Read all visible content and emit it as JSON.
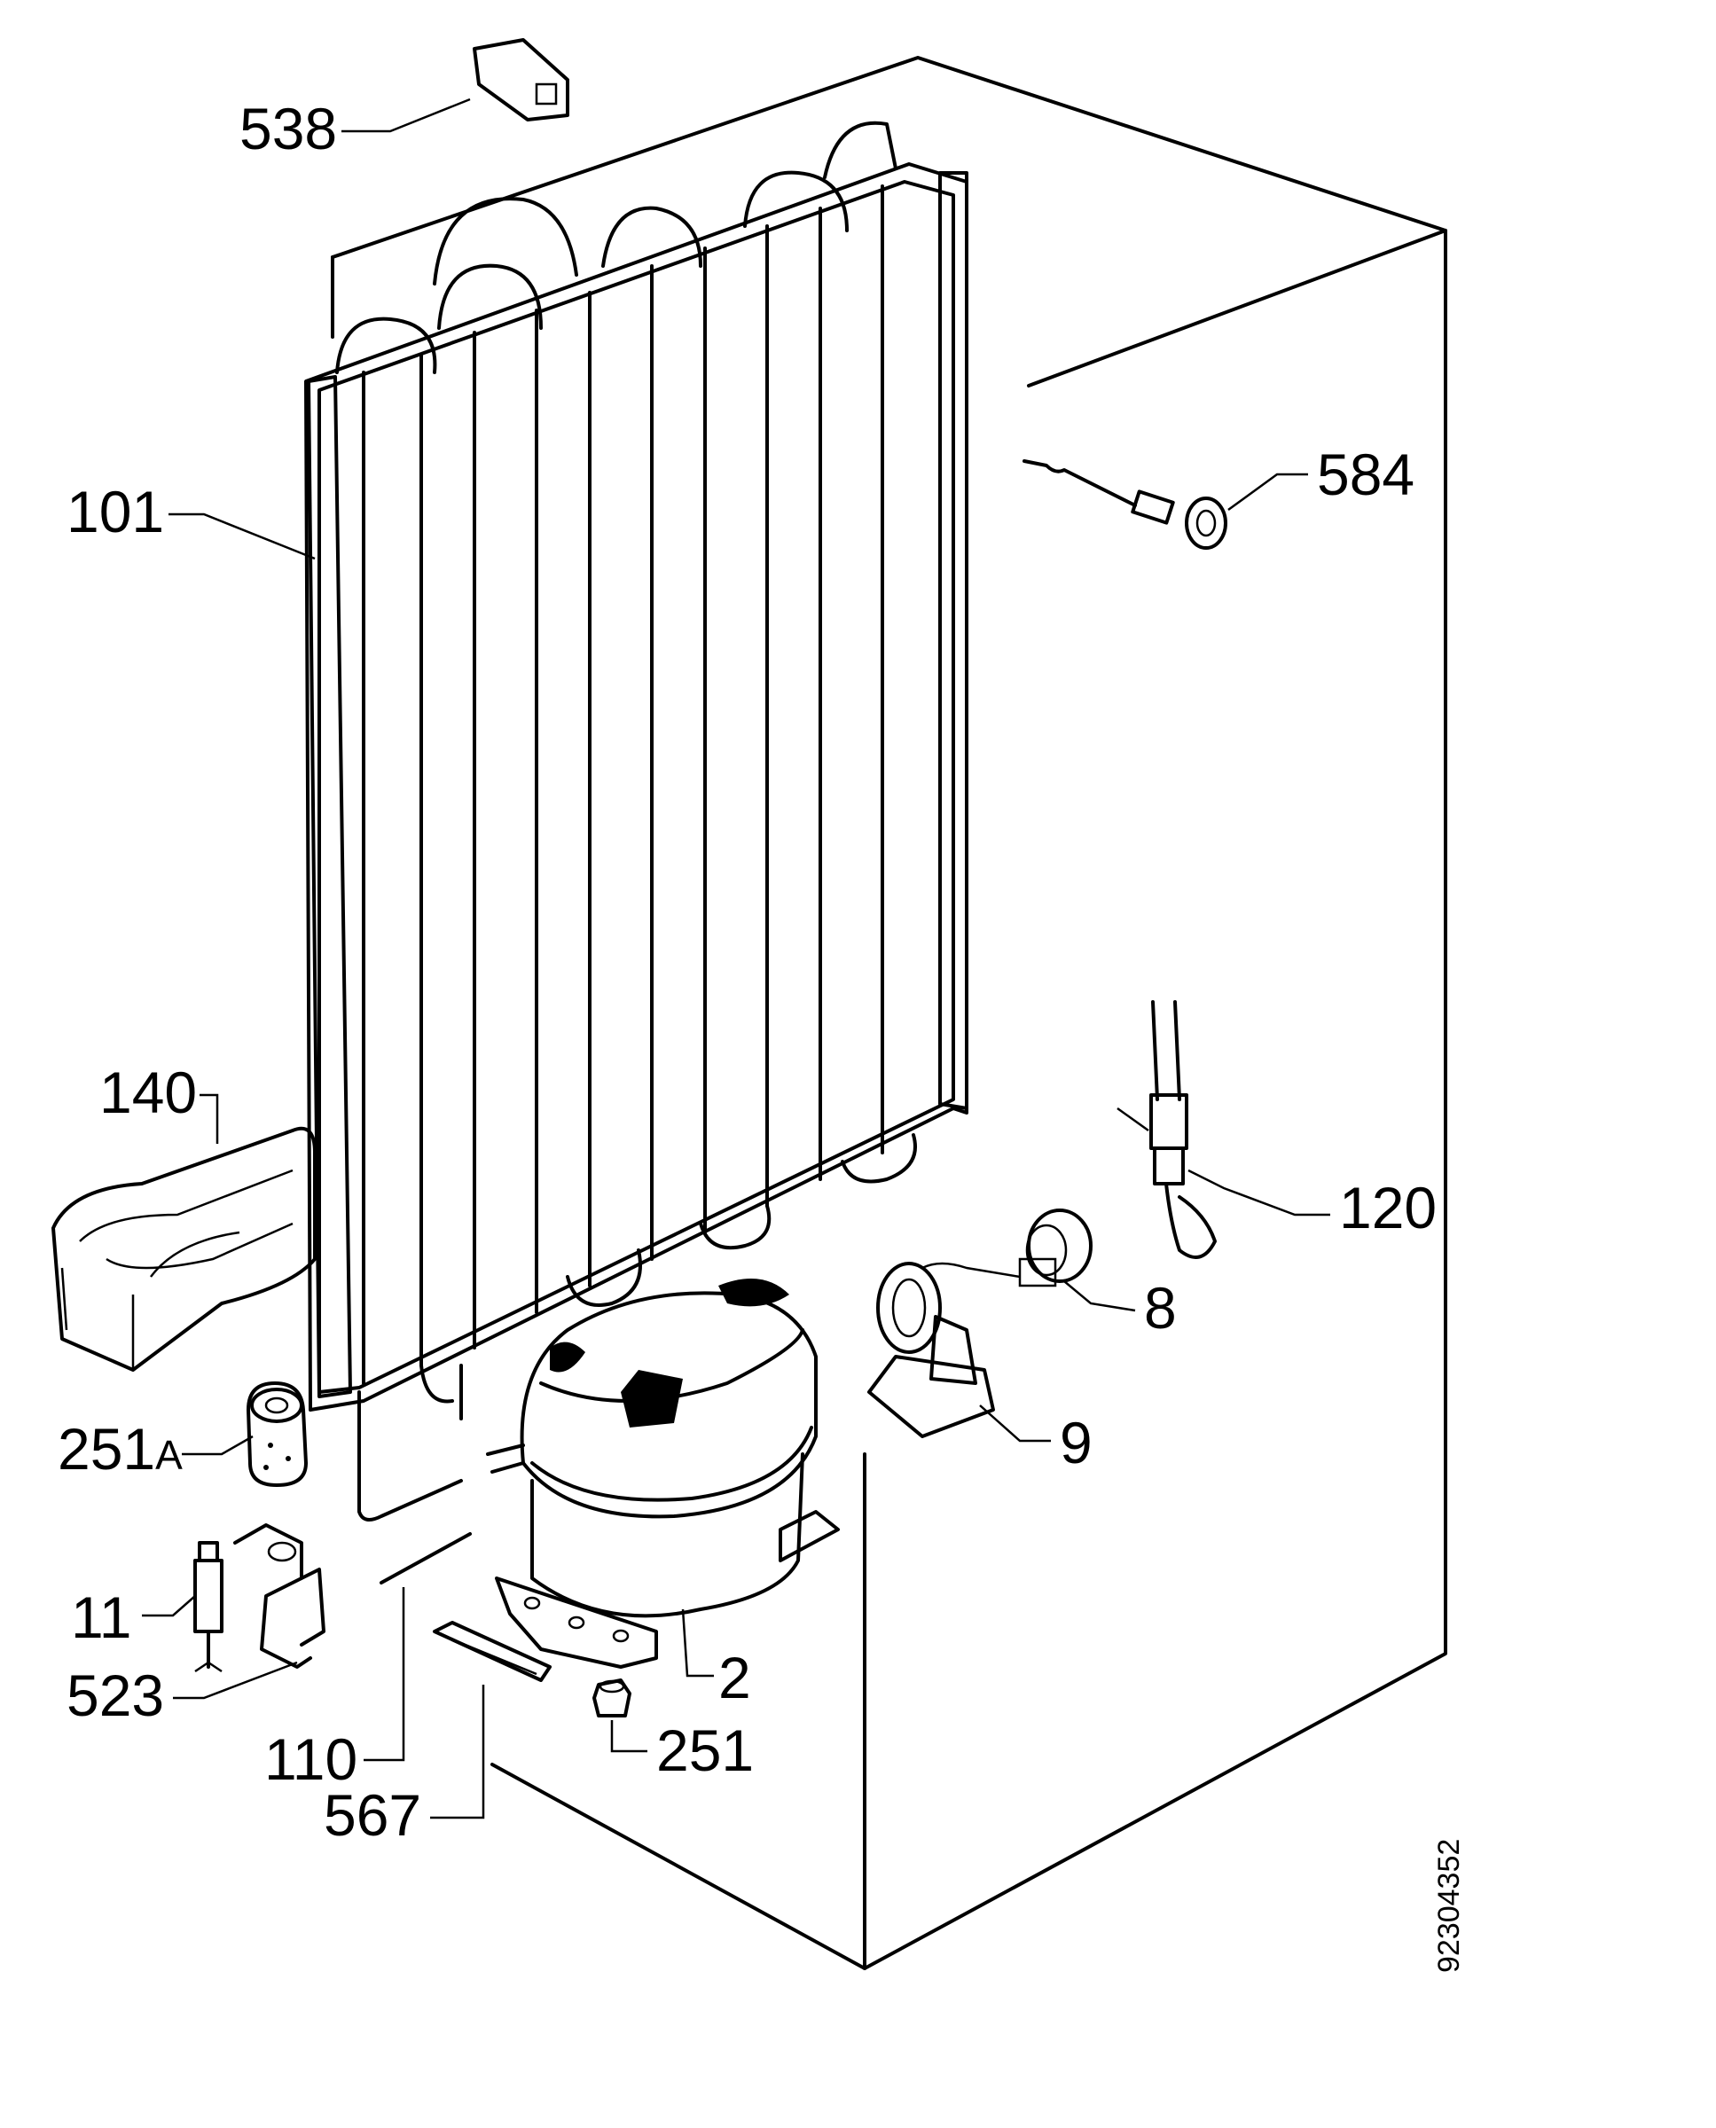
{
  "diagram": {
    "document_number": "92304352",
    "labels": {
      "p538": "538",
      "p101": "101",
      "p584": "584",
      "p140": "140",
      "p120": "120",
      "p8": "8",
      "p9": "9",
      "p251a_num": "251",
      "p251a_suffix": "A",
      "p11": "11",
      "p523": "523",
      "p2": "2",
      "p110": "110",
      "p251": "251",
      "p567": "567"
    }
  }
}
